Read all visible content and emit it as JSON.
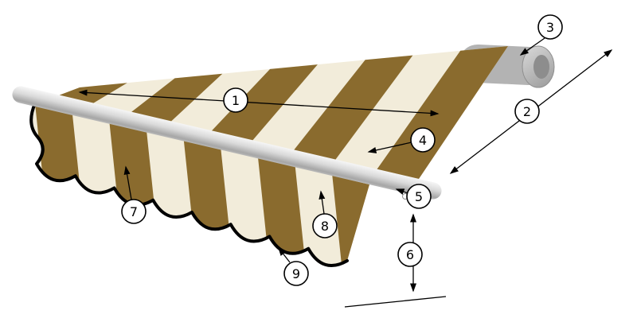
{
  "diagram": {
    "callouts": [
      {
        "label": "1"
      },
      {
        "label": "2"
      },
      {
        "label": "3"
      },
      {
        "label": "4"
      },
      {
        "label": "5"
      },
      {
        "label": "6"
      },
      {
        "label": "7"
      },
      {
        "label": "8"
      },
      {
        "label": "9"
      }
    ],
    "colors": {
      "stripe_brown": "#8a6b2e",
      "stripe_cream": "#f2ecda",
      "frame_silver": "#c9c9c9",
      "roller_gray": "#b3b3b3",
      "trim_black": "#000000",
      "background": "#ffffff"
    }
  }
}
